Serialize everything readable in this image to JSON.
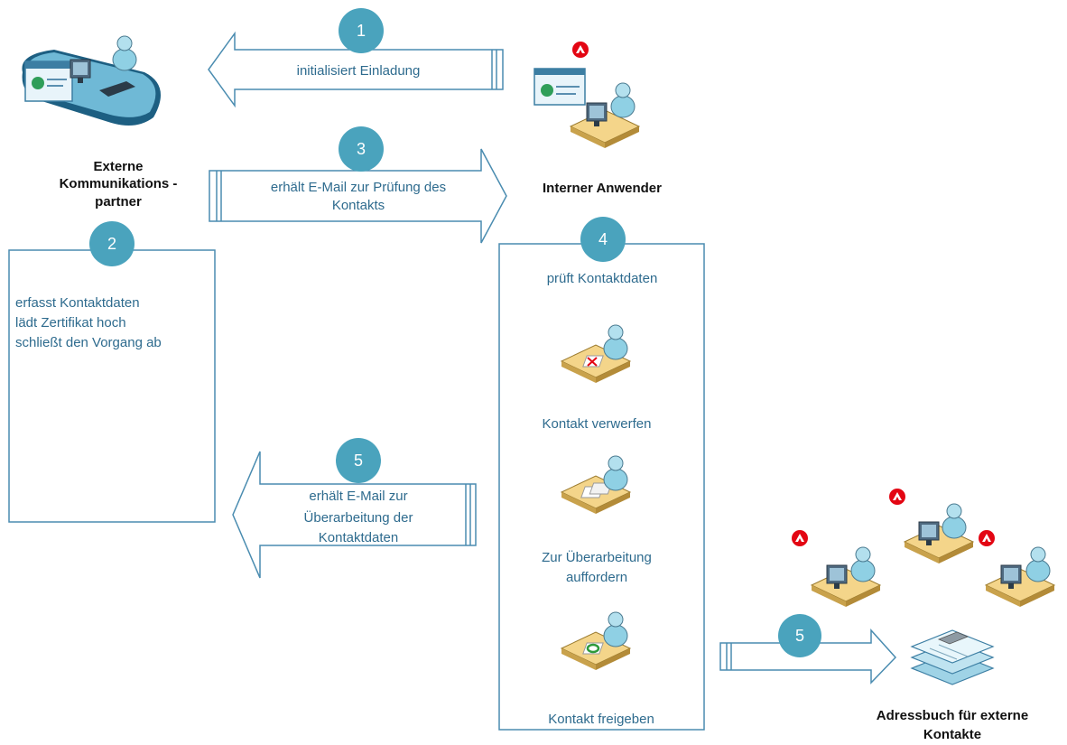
{
  "actors": {
    "external": [
      "Externe",
      "Kommunikations -",
      "partner"
    ],
    "internal": "Interner Anwender",
    "addressbook": [
      "Adressbuch für externe",
      "Kontakte"
    ]
  },
  "steps": {
    "s1": {
      "num": "1",
      "text": "initialisiert  Einladung"
    },
    "s2": {
      "num": "2",
      "lines": [
        "erfasst Kontaktdaten",
        "lädt Zertifikat hoch",
        "schließt den Vorgang ab"
      ]
    },
    "s3": {
      "num": "3",
      "lines": [
        "erhält E-Mail zur Prüfung des",
        "Kontakts"
      ]
    },
    "s4": {
      "num": "4",
      "title": "prüft Kontaktdaten",
      "option1": "Kontakt verwerfen",
      "option2": [
        "Zur Überarbeitung",
        "auffordern"
      ],
      "option3": "Kontakt freigeben"
    },
    "s5a": {
      "num": "5",
      "lines": [
        "erhält E-Mail zur",
        "Überarbeitung der",
        "Kontaktdaten"
      ]
    },
    "s5b": {
      "num": "5"
    }
  },
  "colors": {
    "accent": "#4aa3bd",
    "line": "#4a8cb0",
    "text": "#2e6b8e",
    "logo": "#e30613"
  },
  "icons": [
    "computer-user-icon",
    "desk-user-icon",
    "reject-desk-icon",
    "revise-desk-icon",
    "approve-desk-icon",
    "address-book-icon",
    "agency-logo-icon"
  ]
}
